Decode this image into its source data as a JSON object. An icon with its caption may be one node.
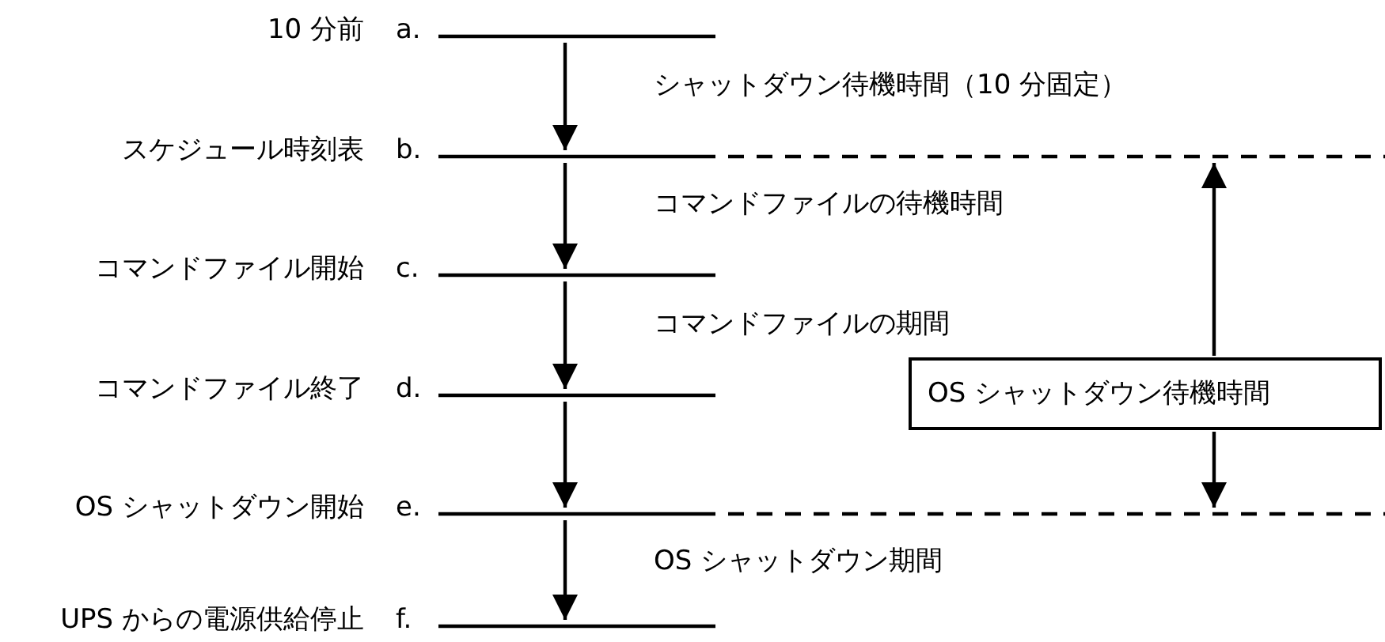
{
  "diagram": {
    "nodes": [
      {
        "text": [],
        "shape": "line",
        "beside": [
          "10 分前",
          "a."
        ]
      },
      {
        "text": [],
        "shape": "line",
        "beside": [
          "スケジュール時刻表",
          "b."
        ]
      },
      {
        "text": [],
        "shape": "line",
        "beside": [
          "コマンドファイル開始",
          "c."
        ]
      },
      {
        "text": [],
        "shape": "line",
        "beside": [
          "コマンドファイル終了",
          "d."
        ]
      },
      {
        "text": [],
        "shape": "line",
        "beside": [
          "OS シャットダウン開始",
          "e."
        ]
      },
      {
        "text": [],
        "shape": "line",
        "beside": [
          "UPS からの電源供給停止",
          "f."
        ]
      },
      {
        "text": [
          "OS シャットダウン待機時間"
        ]
      }
    ],
    "edges": [
      {
        "from": 0,
        "to": 1,
        "arrow": "to"
      },
      {
        "from": 1,
        "to": 2,
        "arrow": "to"
      },
      {
        "from": 2,
        "to": 3,
        "arrow": "to"
      },
      {
        "from": 3,
        "to": 4,
        "arrow": "to"
      },
      {
        "from": 4,
        "to": 5,
        "arrow": "to"
      },
      {
        "from": 6,
        "to": 1,
        "arrow": "to"
      },
      {
        "from": 6,
        "to": 4,
        "arrow": "to"
      }
    ],
    "labels": [
      "シャットダウン待機時間（10 分固定）",
      "コマンドファイルの待機時間",
      "コマンドファイルの期間",
      "OS シャットダウン期間"
    ]
  }
}
